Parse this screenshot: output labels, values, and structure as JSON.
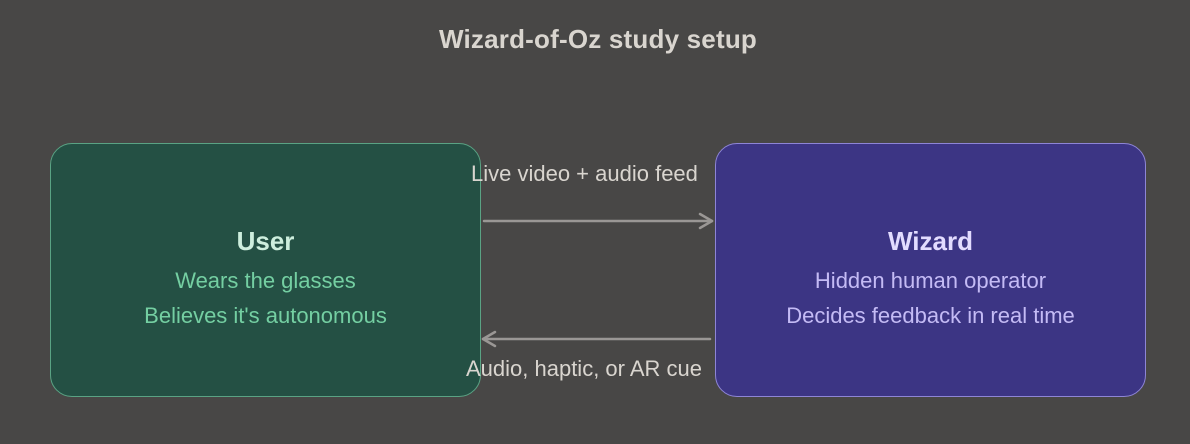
{
  "title": "Wizard-of-Oz study setup",
  "nodes": {
    "user": {
      "name": "User",
      "line1": "Wears the glasses",
      "line2": "Believes it's autonomous"
    },
    "wizard": {
      "name": "Wizard",
      "line1": "Hidden human operator",
      "line2": "Decides feedback in real time"
    }
  },
  "edges": {
    "to_wizard": "Live video + audio feed",
    "to_user": "Audio, haptic, or AR cue"
  },
  "colors": {
    "background": "#484746",
    "user_fill": "#245044",
    "user_stroke": "#5aa384",
    "wizard_fill": "#3c3584",
    "wizard_stroke": "#8e85d6",
    "arrow": "#9a9795"
  }
}
